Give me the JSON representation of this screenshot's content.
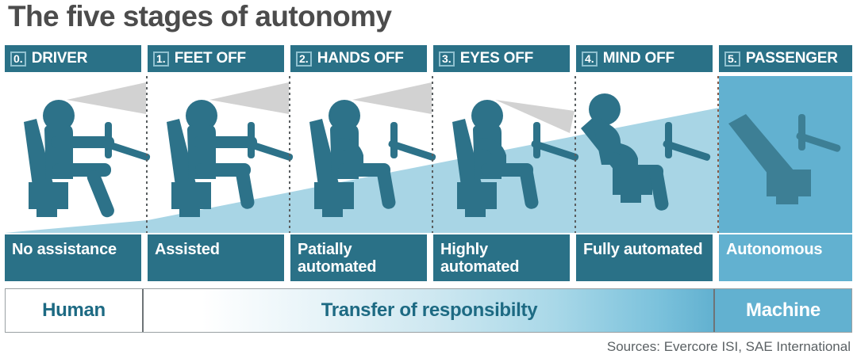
{
  "title": "The five stages of autonomy",
  "stages": [
    {
      "number": "0.",
      "name": "DRIVER",
      "description": "No assistance",
      "figure": "driver-hands-on-wheel-feet-on-pedals",
      "vision_cone": true,
      "seat_occupied": true
    },
    {
      "number": "1.",
      "name": "FEET OFF",
      "description": "Assisted",
      "figure": "driver-hands-on-wheel-feet-off",
      "vision_cone": true,
      "seat_occupied": true
    },
    {
      "number": "2.",
      "name": "HANDS OFF",
      "description": "Patially automated",
      "figure": "driver-hands-off-wheel",
      "vision_cone": true,
      "seat_occupied": true
    },
    {
      "number": "3.",
      "name": "EYES OFF",
      "description": "Highly automated",
      "figure": "driver-eyes-off-road",
      "vision_cone": true,
      "seat_occupied": true
    },
    {
      "number": "4.",
      "name": "MIND OFF",
      "description": "Fully automated",
      "figure": "driver-reclined-mind-off",
      "vision_cone": false,
      "seat_occupied": true
    },
    {
      "number": "5.",
      "name": "PASSENGER",
      "description": "Autonomous",
      "figure": "empty-seat-no-driver",
      "vision_cone": false,
      "seat_occupied": false
    }
  ],
  "responsibility": {
    "human_label": "Human",
    "transfer_label": "Transfer of responsibilty",
    "machine_label": "Machine"
  },
  "sources": "Sources: Evercore ISI, SAE International",
  "colors": {
    "header_teal": "#2a7187",
    "figure_teal": "#2d7289",
    "light_blue": "#a8d5e5",
    "machine_blue": "#62b1d0",
    "vision_gray": "#d2d2d2",
    "title_gray": "#4c4c4c",
    "panel_white": "#ffffff"
  }
}
